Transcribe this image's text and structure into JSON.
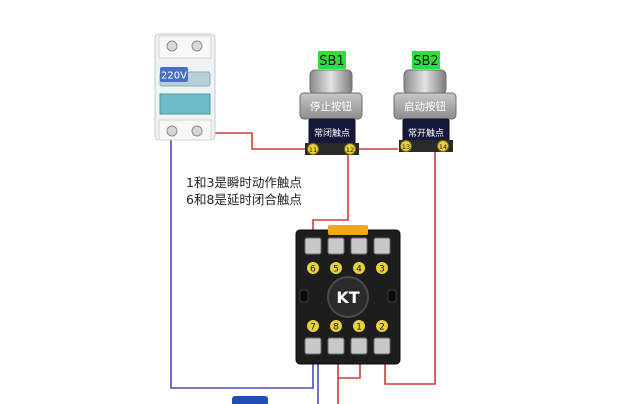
{
  "breaker": {
    "voltage_label": "220V"
  },
  "buttons": [
    {
      "tag": "SB1",
      "name": "停止按钮",
      "contact_type": "常闭触点",
      "terminals": [
        "11",
        "12"
      ]
    },
    {
      "tag": "SB2",
      "name": "启动按钮",
      "contact_type": "常开触点",
      "terminals": [
        "13",
        "14"
      ]
    }
  ],
  "notes": [
    "1和3是瞬时动作触点",
    "6和8是延时闭合触点"
  ],
  "relay": {
    "label": "KT",
    "top_pins": [
      "6",
      "5",
      "4",
      "3"
    ],
    "bottom_pins": [
      "7",
      "8",
      "1",
      "2"
    ]
  },
  "colors": {
    "tag_green": "#29e13a",
    "wire_red": "#d43a3a",
    "wire_blue": "#4a4ab8",
    "socket": "#1d1d1d"
  }
}
